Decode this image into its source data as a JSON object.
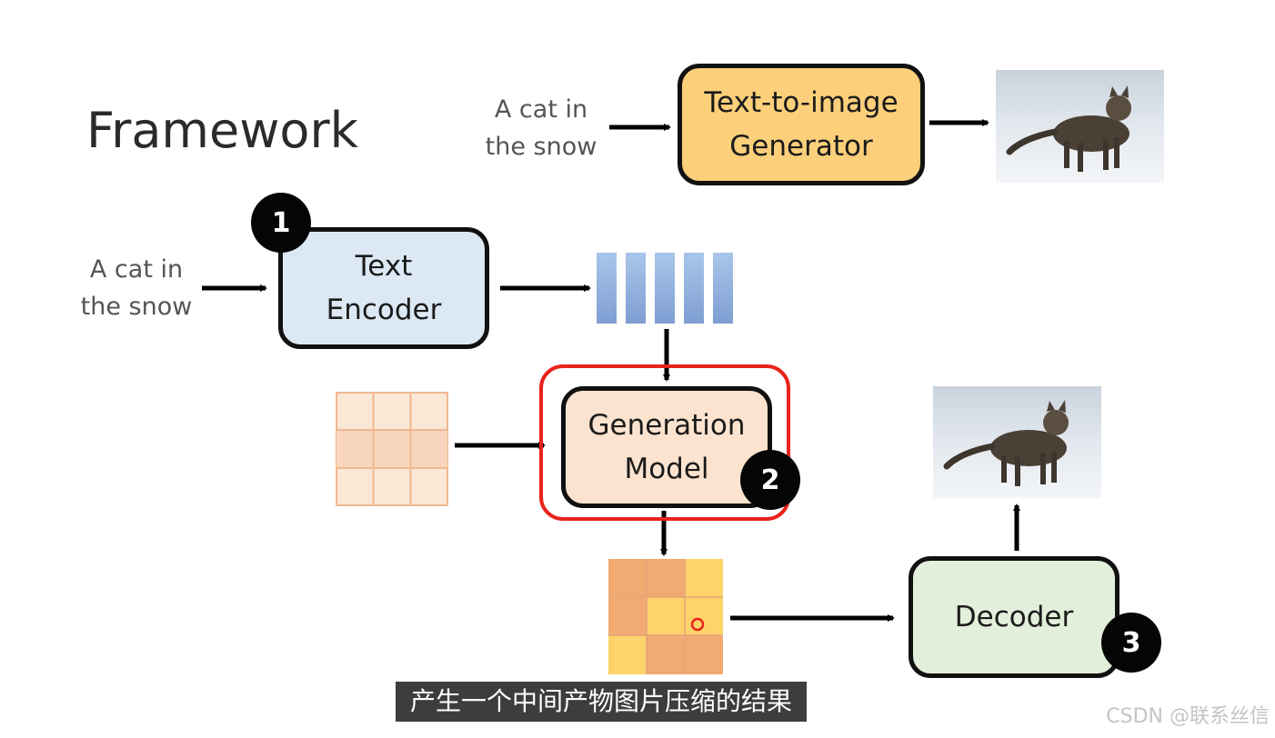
{
  "title": "Framework",
  "top_row": {
    "prompt": "A cat in\nthe snow",
    "generator_label": "Text-to-image\nGenerator"
  },
  "steps": [
    {
      "badge": "1",
      "label": "Text\nEncoder",
      "prompt": "A cat in\nthe snow"
    },
    {
      "badge": "2",
      "label": "Generation\nModel"
    },
    {
      "badge": "3",
      "label": "Decoder"
    }
  ],
  "colors": {
    "generator_fill": "#fccf7a",
    "encoder_fill": "#dce8f3",
    "generation_fill": "#fbe3cf",
    "decoder_fill": "#e2efda",
    "highlight": "#e8231c",
    "latent_blue": "#8fb1dc",
    "noise_grid": "#f8d9c0",
    "compressed_orange": "#f1ab72",
    "compressed_yellow": "#fdd36a"
  },
  "subtitle": "产生一个中间产物图片压缩的结果",
  "watermark": "CSDN @联系丝信"
}
